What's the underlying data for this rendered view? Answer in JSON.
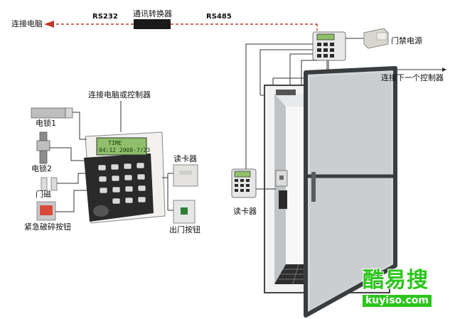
{
  "labels": {
    "connect_pc": "连接电脑",
    "rs232": "RS232",
    "converter": "通讯转换器",
    "rs485": "RS485",
    "door_power": "门禁电源",
    "connect_next": "连接下一个控制器",
    "connect_pc_or_controller": "连接电脑或控制器",
    "lock1": "电锁1",
    "lock2": "电锁2",
    "door_sensor": "门磁",
    "emergency_button": "紧急破碎按钮",
    "card_reader_left": "读卡器",
    "exit_button": "出门按钮",
    "card_reader_door": "读卡器"
  },
  "controller_lcd": {
    "line1": "TIME",
    "line2": "04:12 2008-7/23"
  },
  "watermark": {
    "text_cn": "酷易搜",
    "text_en": "kuyiso.com"
  },
  "colors": {
    "arrow_red": "#c0392b",
    "lcd_green": "#8fbf6a",
    "door_frame": "#3a3d40",
    "watermark_green": "#2bc61b"
  }
}
